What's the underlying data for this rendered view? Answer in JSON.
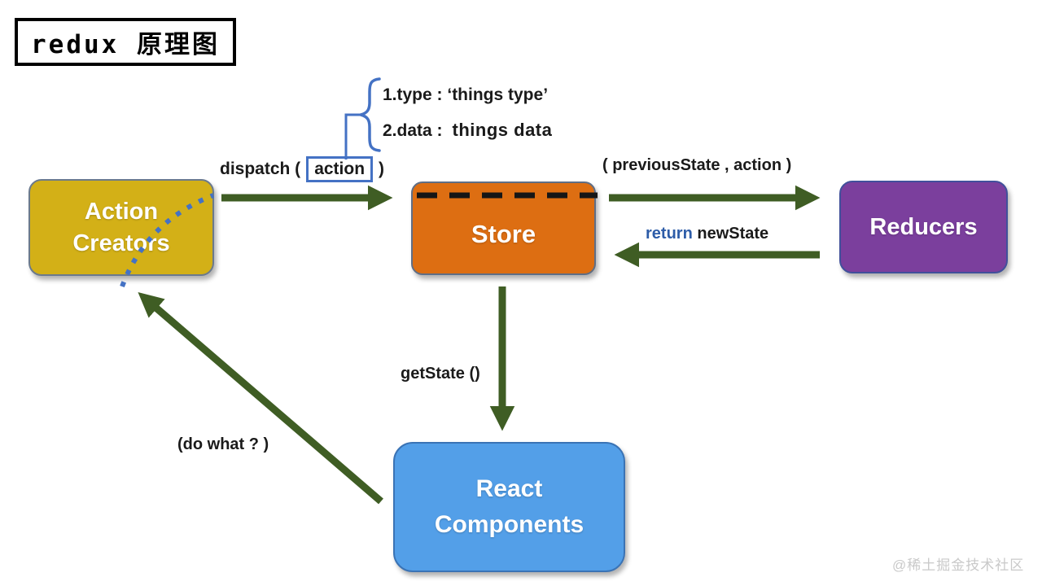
{
  "page": {
    "title": "redux 原理图",
    "watermark": "@稀土掘金技术社区"
  },
  "annotation": {
    "line1": "1.type : ‘things type’",
    "line2_label": "2.data :",
    "line2_value": "things data"
  },
  "edges": {
    "dispatch": {
      "prefix": "dispatch (",
      "boxed": "action",
      "suffix": ")"
    },
    "store_to_reducers": {
      "label": "( previousState , action )"
    },
    "reducers_to_store": {
      "keyword": "return",
      "label": "newState"
    },
    "store_to_react": {
      "label": "getState ()"
    },
    "react_to_action": {
      "label": "(do what ? )"
    }
  },
  "nodes": {
    "action_creators": {
      "line1": "Action",
      "line2": "Creators",
      "color": "#d3b017"
    },
    "store": {
      "label": "Store",
      "color": "#dd6e12"
    },
    "reducers": {
      "label": "Reducers",
      "color": "#7b3f9d"
    },
    "react_components": {
      "line1": "React",
      "line2": "Components",
      "color": "#539fe8"
    }
  },
  "colors": {
    "arrow_green": "#3f5d24",
    "annotation_blue": "#4472c4",
    "return_keyword_blue": "#2d5ca8",
    "store_dashed_line": "#161616",
    "watermark_gray": "#c9c9c9"
  }
}
